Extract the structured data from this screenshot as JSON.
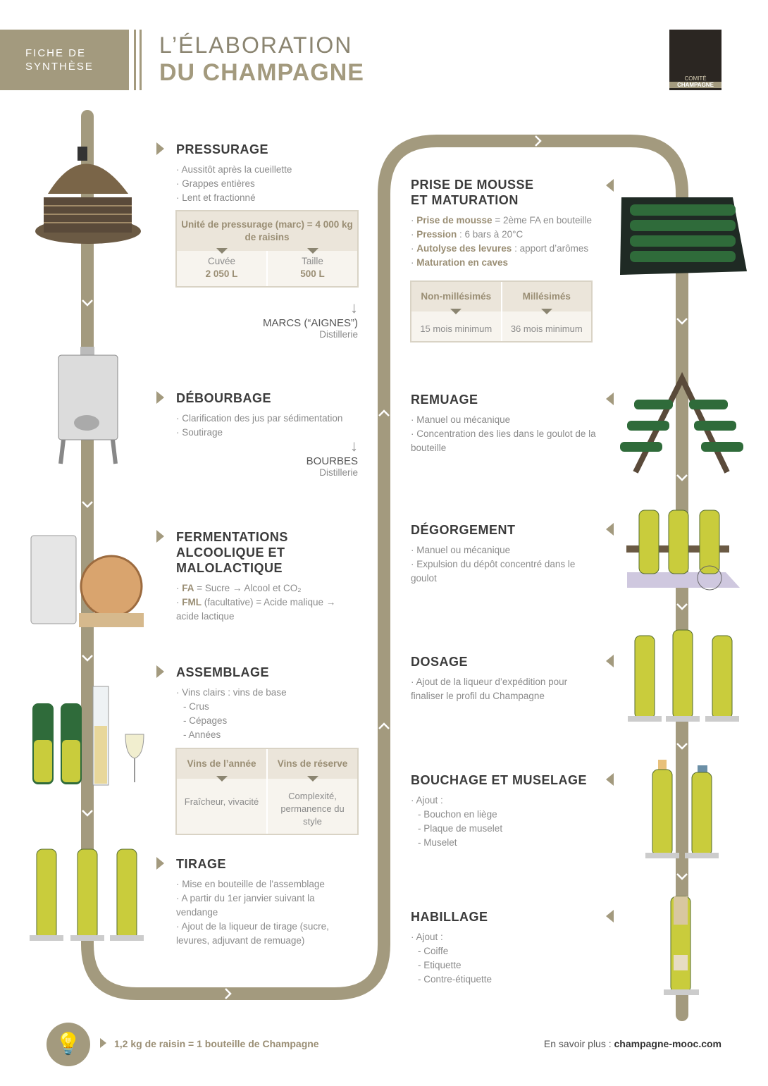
{
  "header": {
    "badge_line1": "FICHE  DE",
    "badge_line2": "SYNTHÈSE",
    "title_line1": "L’ÉLABORATION",
    "title_line2": "DU CHAMPAGNE",
    "logo_line1": "COMITÉ",
    "logo_line2": "CHAMPAGNE"
  },
  "colors": {
    "brand": "#a39a7e",
    "heading": "#3b3b3b",
    "text": "#8b8b8b",
    "bottle_green": "#2f6b3a",
    "wine": "#c9cc3c"
  },
  "left_steps": [
    {
      "title": "PRESSURAGE",
      "bullets": [
        {
          "b": "",
          "t": "Aussitôt après la cueillette"
        },
        {
          "b": "",
          "t": "Grappes entières"
        },
        {
          "b": "",
          "t": "Lent et fractionné"
        }
      ]
    },
    {
      "title": "DÉBOURBAGE",
      "bullets": [
        {
          "b": "",
          "t": "Clarification des jus par sédimentation"
        },
        {
          "b": "",
          "t": "Soutirage"
        }
      ]
    },
    {
      "title": "FERMENTATIONS ALCOOLIQUE ET MALOLACTIQUE",
      "bullets": [
        {
          "b": "FA",
          "t": " = Sucre → Alcool et CO₂"
        },
        {
          "b": "FML",
          "t": " (facultative) = Acide malique → acide lactique"
        }
      ]
    },
    {
      "title": "ASSEMBLAGE",
      "bullets": [
        {
          "b": "",
          "t": "Vins clairs : vins de base"
        },
        {
          "b": "",
          "t": "- Crus"
        },
        {
          "b": "",
          "t": "- Cépages"
        },
        {
          "b": "",
          "t": "- Années"
        }
      ]
    },
    {
      "title": "TIRAGE",
      "bullets": [
        {
          "b": "",
          "t": "Mise en bouteille de l’assemblage"
        },
        {
          "b": "",
          "t": "A partir du 1er janvier suivant la vendange"
        },
        {
          "b": "",
          "t": "Ajout de la liqueur de tirage (sucre, levures, adjuvant de remuage)"
        }
      ]
    }
  ],
  "right_steps": [
    {
      "title": "PRISE DE MOUSSE ET MATURATION",
      "bullets": [
        {
          "b": "Prise de mousse",
          "t": " = 2ème FA en bouteille"
        },
        {
          "b": "Pression",
          "t": " : 6 bars à 20°C"
        },
        {
          "b": "Autolyse des levures",
          "t": " : apport d’arômes"
        },
        {
          "b": "Maturation en caves",
          "t": ""
        }
      ]
    },
    {
      "title": "REMUAGE",
      "bullets": [
        {
          "b": "",
          "t": "Manuel ou mécanique"
        },
        {
          "b": "",
          "t": "Concentration des lies dans le goulot de la bouteille"
        }
      ]
    },
    {
      "title": "DÉGORGEMENT",
      "bullets": [
        {
          "b": "",
          "t": "Manuel ou mécanique"
        },
        {
          "b": "",
          "t": "Expulsion du dépôt concentré dans le goulot"
        }
      ]
    },
    {
      "title": "DOSAGE",
      "bullets": [
        {
          "b": "",
          "t": "Ajout de la liqueur d’expédition pour finaliser le profil du Champagne"
        }
      ]
    },
    {
      "title": "BOUCHAGE ET MUSELAGE",
      "bullets": [
        {
          "b": "",
          "t": "Ajout :"
        },
        {
          "b": "",
          "t": "- Bouchon en liège"
        },
        {
          "b": "",
          "t": "- Plaque de muselet"
        },
        {
          "b": "",
          "t": "- Muselet"
        }
      ]
    },
    {
      "title": "HABILLAGE",
      "bullets": [
        {
          "b": "",
          "t": "Ajout :"
        },
        {
          "b": "",
          "t": "- Coiffe"
        },
        {
          "b": "",
          "t": "- Etiquette"
        },
        {
          "b": "",
          "t": "- Contre-étiquette"
        }
      ]
    }
  ],
  "boxes": {
    "pressurage": {
      "top": "Unité de pressurage (marc) = 4 000 kg de raisins",
      "cols": [
        {
          "label": "Cuvée",
          "value": "2 050 L"
        },
        {
          "label": "Taille",
          "value": "500 L"
        }
      ]
    },
    "maturation": {
      "cols": [
        {
          "label": "Non-millésimés",
          "value": "15 mois minimum"
        },
        {
          "label": "Millésimés",
          "value": "36 mois minimum"
        }
      ]
    },
    "assemblage": {
      "cols": [
        {
          "label": "Vins de l’année",
          "value": "Fraîcheur, vivacité"
        },
        {
          "label": "Vins de réserve",
          "value": "Complexité, permanence du style"
        }
      ]
    }
  },
  "byproducts": [
    {
      "name": "MARCS (“AIGNES”)",
      "dest": "Distillerie"
    },
    {
      "name": "BOURBES",
      "dest": "Distillerie"
    }
  ],
  "footer": {
    "tip": "1,2 kg de raisin = 1 bouteille de Champagne",
    "more_label": "En savoir plus : ",
    "more_link": "champagne-mooc.com"
  }
}
